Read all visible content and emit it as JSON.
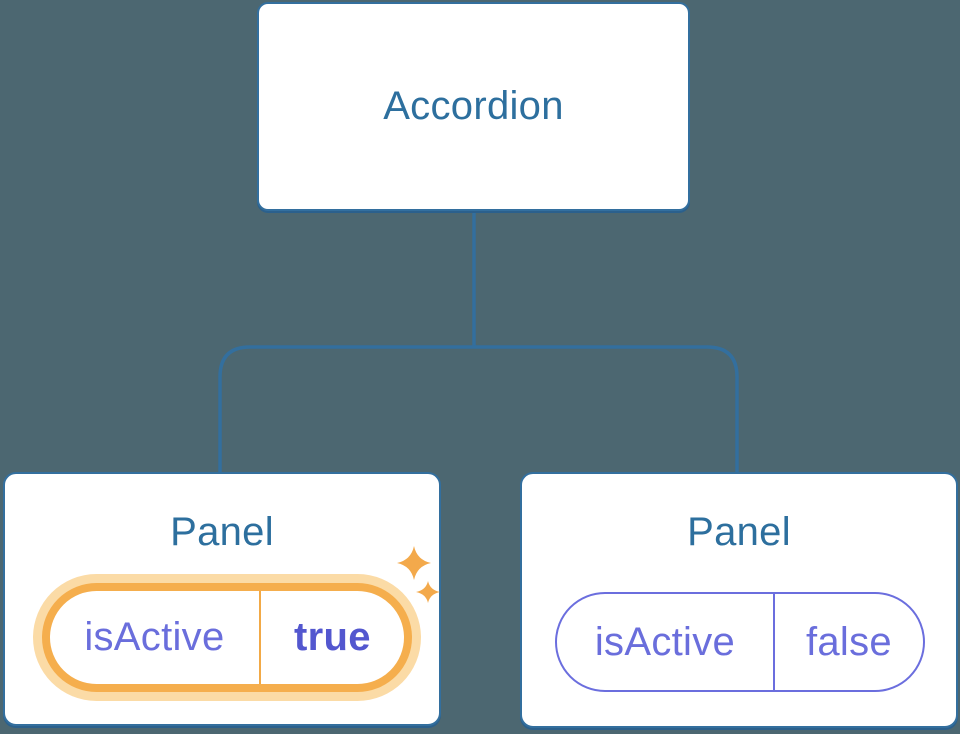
{
  "diagram": {
    "root": {
      "label": "Accordion"
    },
    "panels": [
      {
        "label": "Panel",
        "state_key": "isActive",
        "state_value": "true",
        "highlighted": true
      },
      {
        "label": "Panel",
        "state_key": "isActive",
        "state_value": "false",
        "highlighted": false
      }
    ]
  },
  "colors": {
    "background": "#4C6771",
    "node_border_blue": "#336F9E",
    "node_text_blue": "#2D6F9E",
    "state_text_purple": "#6A6EDC",
    "state_value_active_purple": "#5357CF",
    "highlight_orange": "#F5AE4D",
    "highlight_glow_orange": "#FBDBA6",
    "divider_orange": "#F2A946",
    "pill_border_purple": "#6B6EDE",
    "sparkle_orange": "#F3A94B"
  },
  "icons": {
    "sparkles": "sparkles-icon"
  }
}
